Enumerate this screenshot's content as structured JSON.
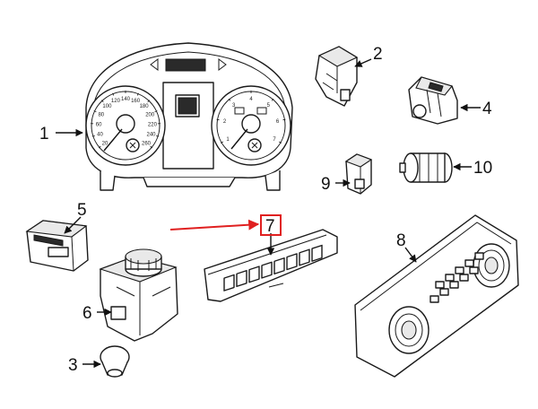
{
  "callouts": [
    {
      "id": "1",
      "text": "1"
    },
    {
      "id": "2",
      "text": "2"
    },
    {
      "id": "3",
      "text": "3"
    },
    {
      "id": "4",
      "text": "4"
    },
    {
      "id": "5",
      "text": "5"
    },
    {
      "id": "6",
      "text": "6"
    },
    {
      "id": "7",
      "text": "7"
    },
    {
      "id": "8",
      "text": "8"
    },
    {
      "id": "9",
      "text": "9"
    },
    {
      "id": "10",
      "text": "10"
    }
  ],
  "highlight": {
    "color": "#e02020",
    "callout": "7"
  },
  "gauges": {
    "speedo_ticks": [
      "20",
      "40",
      "60",
      "80",
      "100",
      "120",
      "140",
      "160",
      "180",
      "200",
      "220",
      "240",
      "260"
    ],
    "tacho_ticks": [
      "1",
      "2",
      "3",
      "4",
      "5",
      "6",
      "7"
    ]
  }
}
